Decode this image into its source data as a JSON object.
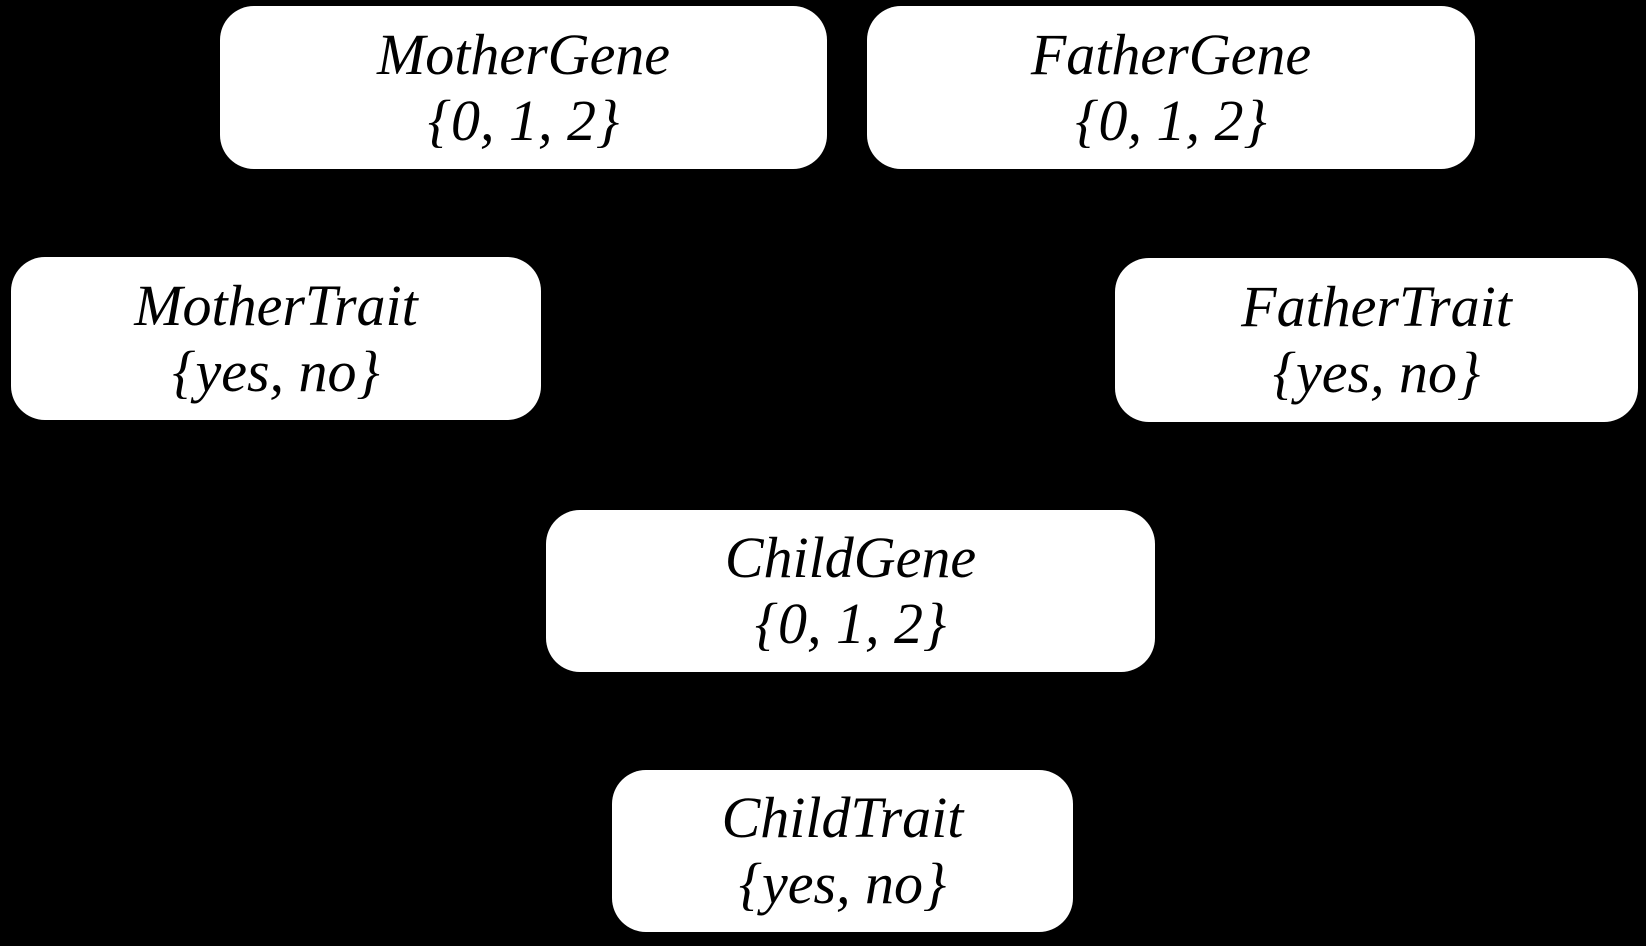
{
  "figure": {
    "type": "bayesian-network-diagram",
    "background_color": "#000000",
    "node_fill_color": "#ffffff",
    "node_text_color": "#000000"
  },
  "nodes": [
    {
      "id": "mother-gene",
      "name": "MotherGene",
      "domain": "{0, 1, 2}"
    },
    {
      "id": "father-gene",
      "name": "FatherGene",
      "domain": "{0, 1, 2}"
    },
    {
      "id": "mother-trait",
      "name": "MotherTrait",
      "domain": "{yes, no}"
    },
    {
      "id": "father-trait",
      "name": "FatherTrait",
      "domain": "{yes, no}"
    },
    {
      "id": "child-gene",
      "name": "ChildGene",
      "domain": "{0, 1, 2}"
    },
    {
      "id": "child-trait",
      "name": "ChildTrait",
      "domain": "{yes, no}"
    }
  ]
}
